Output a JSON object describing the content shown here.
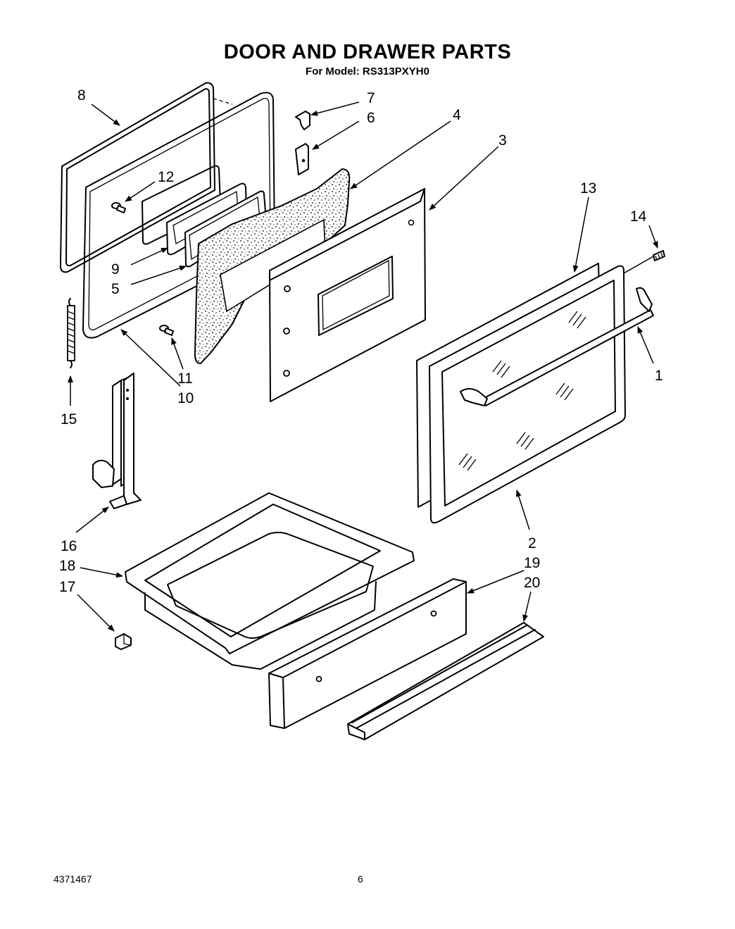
{
  "title": "DOOR AND DRAWER PARTS",
  "subtitle": "For Model: RS313PXYH0",
  "footer": {
    "doc_number": "4371467",
    "page_number": "6"
  },
  "callouts": [
    "1",
    "2",
    "3",
    "4",
    "5",
    "6",
    "7",
    "8",
    "9",
    "10",
    "11",
    "12",
    "13",
    "14",
    "15",
    "16",
    "17",
    "18",
    "19",
    "20"
  ]
}
